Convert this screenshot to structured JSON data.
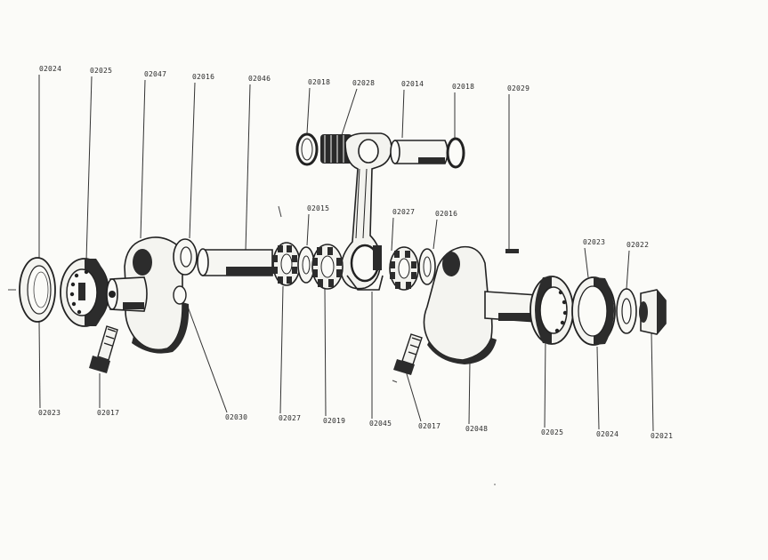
{
  "diagram": {
    "type": "exploded-parts-diagram",
    "colors": {
      "ink": "#222222",
      "dark": "#2c2c2c",
      "paper": "#fbfbf8",
      "light": "#e9e9e4"
    },
    "labels": {
      "p02024_tl": "02024",
      "p02025_tl": "02025",
      "p02047": "02047",
      "p02016_tl": "02016",
      "p02046": "02046",
      "p02018_l": "02018",
      "p02028": "02028",
      "p02014": "02014",
      "p02018_r": "02018",
      "p02029": "02029",
      "p02015": "02015",
      "p02027_t": "02027",
      "p02016_r": "02016",
      "p02023_r": "02023",
      "p02022": "02022",
      "p02023_bl": "02023",
      "p02017_l": "02017",
      "p02030": "02030",
      "p02027_b": "02027",
      "p02019": "02019",
      "p02045": "02045",
      "p02017_r": "02017",
      "p02048": "02048",
      "p02025_br": "02025",
      "p02024_br": "02024",
      "p02021": "02021"
    }
  }
}
